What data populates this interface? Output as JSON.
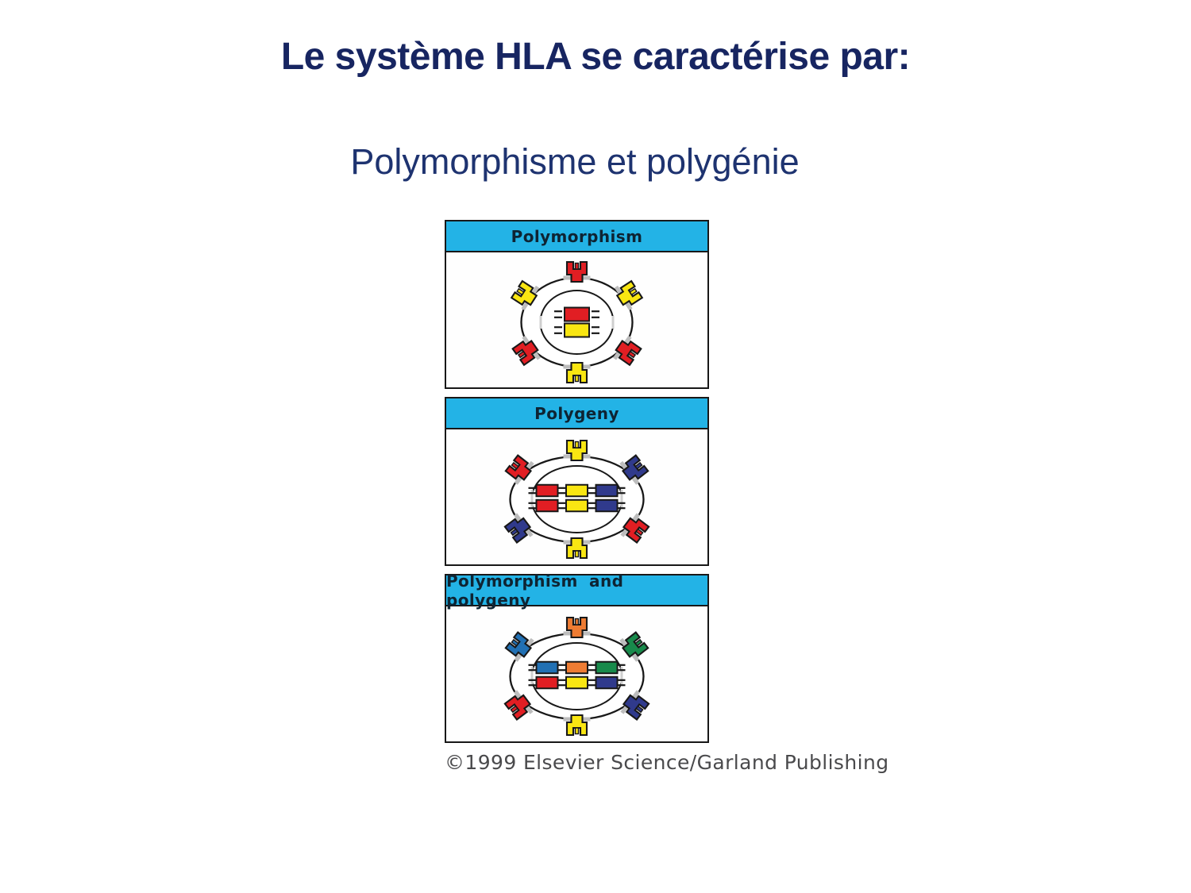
{
  "slide": {
    "title": "Le système HLA se caractérise par:",
    "subtitle": "Polymorphisme et polygénie",
    "title_color": "#172561",
    "subtitle_color": "#1e3370",
    "background": "#ffffff"
  },
  "figure": {
    "caption": "©1999 Elsevier Science/Garland Publishing",
    "caption_color": "#4a4a4c",
    "colors": {
      "red": "#e11e23",
      "yellow": "#f9e612",
      "navy": "#303a8c",
      "orange": "#ee7c33",
      "blue": "#2170b3",
      "green": "#188a4b",
      "header_bg": "#23b3e6",
      "header_text": "#0e2433",
      "outline": "#181818",
      "membrane_tick": "#bdbdbd"
    },
    "panels": [
      {
        "title": "Polymorphism",
        "cell": "round",
        "receptors": {
          "top": "red",
          "upper_right": "yellow",
          "lower_right": "red",
          "bottom": "yellow",
          "lower_left": "red",
          "upper_left": "yellow"
        },
        "gene_rows": [
          [
            "red"
          ],
          [
            "yellow"
          ]
        ]
      },
      {
        "title": "Polygeny",
        "cell": "wide",
        "receptors": {
          "top": "yellow",
          "upper_right": "navy",
          "lower_right": "red",
          "bottom": "yellow",
          "lower_left": "navy",
          "upper_left": "red"
        },
        "gene_rows": [
          [
            "red",
            "yellow",
            "navy"
          ],
          [
            "red",
            "yellow",
            "navy"
          ]
        ]
      },
      {
        "title": "Polymorphism and polygeny",
        "cell": "wide",
        "receptors": {
          "top": "orange",
          "upper_right": "green",
          "lower_right": "navy",
          "bottom": "yellow",
          "lower_left": "red",
          "upper_left": "blue"
        },
        "gene_rows": [
          [
            "blue",
            "orange",
            "green"
          ],
          [
            "red",
            "yellow",
            "navy"
          ]
        ]
      }
    ]
  }
}
